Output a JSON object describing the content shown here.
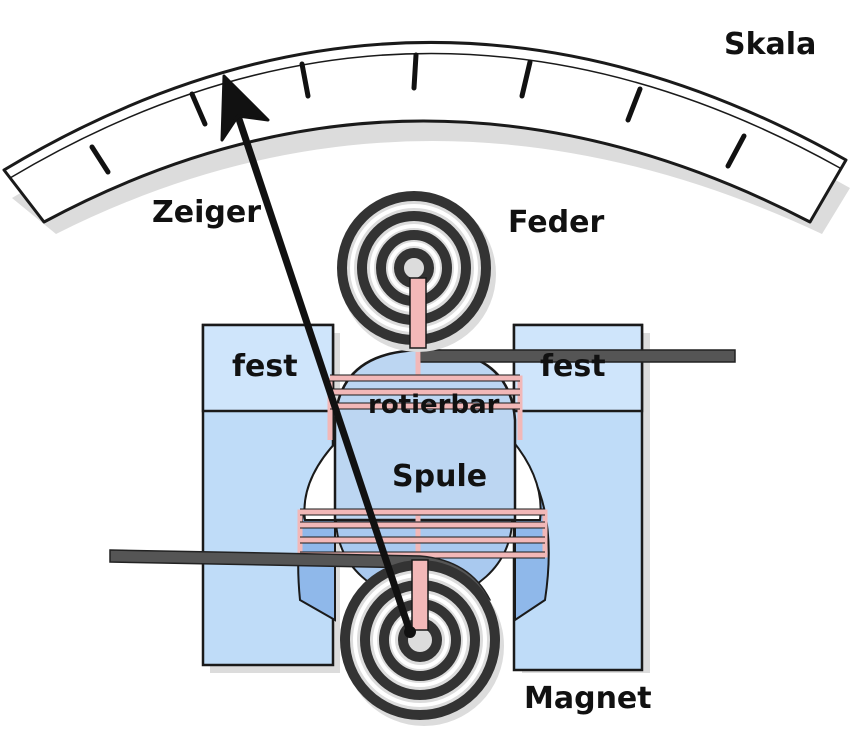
{
  "labels": {
    "scale": "Skala",
    "pointer": "Zeiger",
    "spring": "Feder",
    "fixed_left": "fest",
    "fixed_right": "fest",
    "rotatable": "rotierbar",
    "coil": "Spule",
    "magnet": "Magnet"
  },
  "colors": {
    "block_fill": "#bfdcf8",
    "block_fill_top": "#cfe5fb",
    "coil_body": "#bcd6f2",
    "wire_pink": "#f2b8b8",
    "spiral": "#333333",
    "rod": "#555555",
    "outline": "#1a1a1a",
    "shadow": "#cfcfcf"
  },
  "icons": {
    "spring": "spiral-spring-icon",
    "magnet": "spiral-magnet-icon",
    "pointer": "arrow-pointer-icon"
  }
}
